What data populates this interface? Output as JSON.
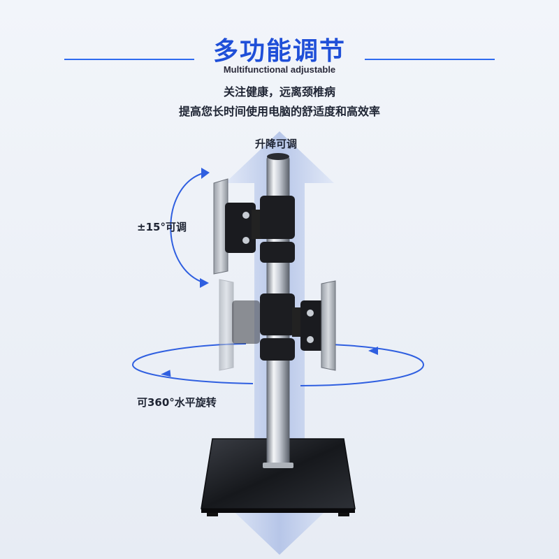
{
  "header": {
    "title": "多功能调节",
    "subtitle": "Multifunctional adjustable"
  },
  "description": {
    "line1": "关注健康，远离颈椎病",
    "line2": "提高您长时间使用电脑的舒适度和高效率"
  },
  "features": {
    "lift": "升降可调",
    "tilt": "±15°可调",
    "rotate": "可360°水平旋转"
  },
  "colors": {
    "accent": "#1f4fd8",
    "arrow_light": "#c9d6f3",
    "rule": "#2f6bf0"
  },
  "icons": [
    "up-down-arrow-icon",
    "tilt-arc-arrow-icon",
    "rotation-ellipse-arrow-icon"
  ]
}
